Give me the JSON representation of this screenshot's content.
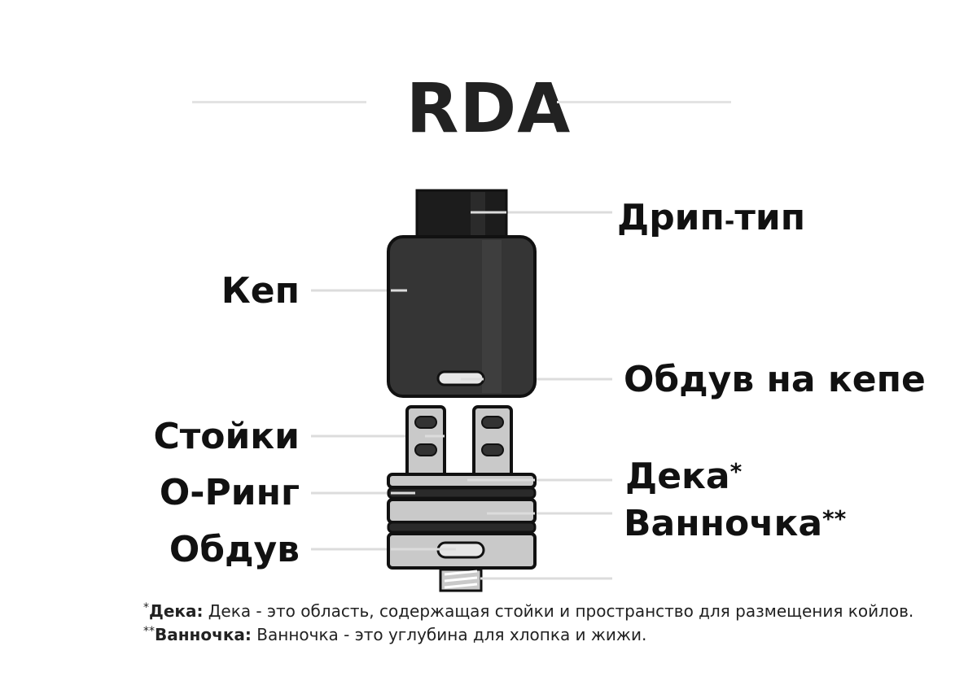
{
  "title": "RDA",
  "labels": {
    "drip_tip_a": "Дрип",
    "drip_tip_dash": "-",
    "drip_tip_b": "тип",
    "cap": "Кеп",
    "cap_airflow": "Обдув на кепе",
    "posts": "Стойки",
    "deck": "Дека",
    "deck_star": "*",
    "o_ring": "О-Ринг",
    "well": "Ванночка",
    "well_star": "**",
    "airflow": "Обдув"
  },
  "footnotes": [
    {
      "mark": "*",
      "term": "Дека:",
      "text": " Дека - это область, содержащая стойки и пространство для размещения койлов."
    },
    {
      "mark": "**",
      "term": "Ванночка:",
      "text": " Ванночка - это углубина для хлопка и жижи."
    }
  ],
  "colors": {
    "dark": "#1c1c1c",
    "cap": "#353535",
    "metal": "#c9c9c9",
    "line": "#dcdcdc",
    "text": "#111111"
  }
}
